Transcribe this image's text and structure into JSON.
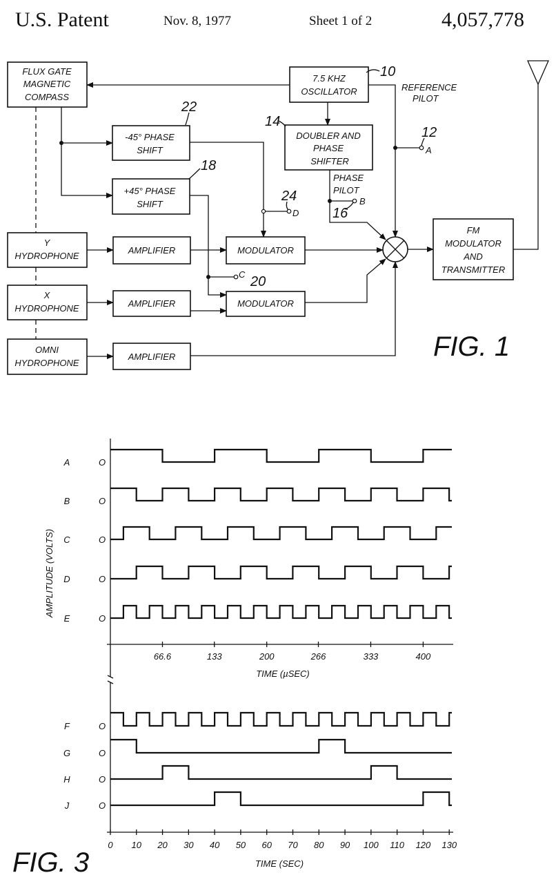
{
  "header": {
    "title": "U.S. Patent",
    "date": "Nov. 8, 1977",
    "sheet": "Sheet 1 of 2",
    "patent_number": "4,057,778"
  },
  "fig1": {
    "caption": "FIG. 1",
    "blocks": {
      "compass": [
        "FLUX GATE",
        "MAGNETIC",
        "COMPASS"
      ],
      "oscillator": [
        "7.5 KHZ",
        "OSCILLATOR"
      ],
      "doubler": [
        "DOUBLER AND",
        "PHASE",
        "SHIFTER"
      ],
      "minus45": [
        "-45° PHASE",
        "SHIFT"
      ],
      "plus45": [
        "+45° PHASE",
        "SHIFT"
      ],
      "y_hydrophone": [
        "Y",
        "HYDROPHONE"
      ],
      "x_hydrophone": [
        "X",
        "HYDROPHONE"
      ],
      "omni_hydrophone": [
        "OMNI",
        "HYDROPHONE"
      ],
      "amplifier": "AMPLIFIER",
      "modulator": "MODULATOR",
      "fm": [
        "FM",
        "MODULATOR",
        "AND",
        "TRANSMITTER"
      ]
    },
    "signal_labels": {
      "reference_pilot": [
        "REFERENCE",
        "PILOT"
      ],
      "phase_pilot": [
        "PHASE",
        "PILOT"
      ]
    },
    "terminals": {
      "a": "A",
      "b": "B",
      "c": "C",
      "d": "D"
    },
    "refs": {
      "r10": "10",
      "r12": "12",
      "r14": "14",
      "r16": "16",
      "r18": "18",
      "r20": "20",
      "r22": "22",
      "r24": "24"
    }
  },
  "chart_data": {
    "type": "line",
    "caption": "FIG. 3",
    "ylabel": "AMPLITUDE (VOLTS)",
    "zero_label": "O",
    "panels": [
      {
        "xlabel": "TIME (µSEC)",
        "xlim": [
          0,
          436.7
        ],
        "ticks": [
          66.6,
          133,
          200,
          266,
          333,
          400
        ],
        "tick_labels": [
          "66.6",
          "133",
          "200",
          "266",
          "333",
          "400"
        ],
        "series": [
          {
            "name": "A",
            "initial": 1,
            "transitions": [
              66.6,
              133.3,
              200,
              266.6,
              333.3,
              400
            ]
          },
          {
            "name": "B",
            "initial": 1,
            "transitions": [
              33.3,
              66.6,
              100,
              133.3,
              166.6,
              200,
              233.3,
              266.6,
              300,
              333.3,
              366.6,
              400,
              433.3
            ]
          },
          {
            "name": "C",
            "initial": 0,
            "transitions": [
              16.7,
              50,
              83.3,
              116.7,
              150,
              183.3,
              216.7,
              250,
              283.3,
              316.7,
              350,
              383.3,
              416.7
            ]
          },
          {
            "name": "D",
            "initial": 0,
            "transitions": [
              33.3,
              66.6,
              100,
              133.3,
              166.6,
              200,
              233.3,
              266.6,
              300,
              333.3,
              366.6,
              400,
              433.3
            ]
          },
          {
            "name": "E",
            "initial": 0,
            "transitions": [
              16.7,
              33.3,
              50,
              66.6,
              83.3,
              100,
              116.7,
              133.3,
              150,
              166.6,
              183.3,
              200,
              216.7,
              233.3,
              250,
              266.6,
              283.3,
              300,
              316.7,
              333.3,
              350,
              366.6,
              383.3,
              400,
              416.7,
              433.3
            ]
          }
        ]
      },
      {
        "xlabel": "TIME (SEC)",
        "xlim": [
          0,
          131
        ],
        "ticks": [
          0,
          10,
          20,
          30,
          40,
          50,
          60,
          70,
          80,
          90,
          100,
          110,
          120,
          130
        ],
        "tick_labels": [
          "0",
          "10",
          "20",
          "30",
          "40",
          "50",
          "60",
          "70",
          "80",
          "90",
          "100",
          "110",
          "120",
          "130"
        ],
        "series": [
          {
            "name": "F",
            "initial": 1,
            "transitions": [
              5,
              10,
              15,
              20,
              25,
              30,
              35,
              40,
              45,
              50,
              55,
              60,
              65,
              70,
              75,
              80,
              85,
              90,
              95,
              100,
              105,
              110,
              115,
              120,
              125,
              130
            ]
          },
          {
            "name": "G",
            "initial": 1,
            "transitions": [
              10,
              80,
              90
            ]
          },
          {
            "name": "H",
            "initial": 0,
            "transitions": [
              20,
              30,
              100,
              110
            ]
          },
          {
            "name": "J",
            "initial": 0,
            "transitions": [
              40,
              50,
              120,
              130
            ]
          }
        ]
      }
    ]
  }
}
